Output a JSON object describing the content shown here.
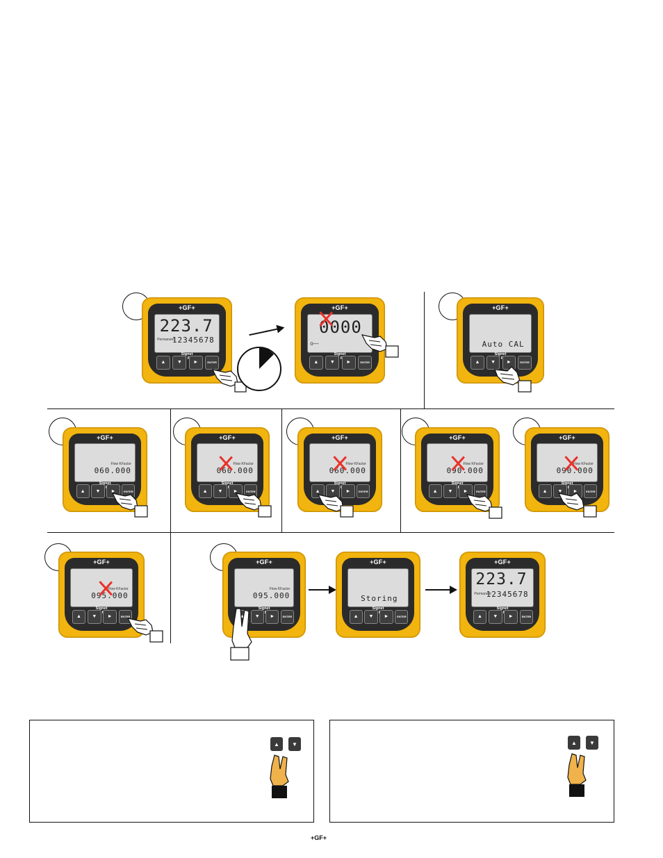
{
  "device": {
    "brand": "+GF+",
    "label_line1": "Signet",
    "label_line2": "Total Flow",
    "permanent_label": "Permanent",
    "factor_label": "Flow KFactor",
    "enter_label": "ENTER",
    "up_glyph": "▲",
    "down_glyph": "▼",
    "right_glyph": "►",
    "key_glyph": "o—"
  },
  "screens": {
    "rate": "223.7",
    "totalizer": "12345678",
    "code": "0000",
    "auto_cal": "Auto CAL",
    "k_060": "060.000",
    "k_090": "090.000",
    "k_095": "095.000",
    "storing": "Storing"
  },
  "footer": {
    "logo": "+GF+"
  },
  "colors": {
    "body_yellow": "#f2b40e",
    "cross_red": "#e8322a",
    "face_dark": "#2b2b2b"
  }
}
